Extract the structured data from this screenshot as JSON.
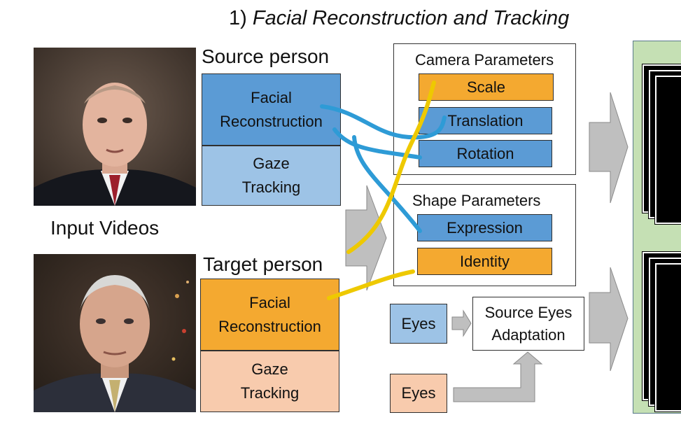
{
  "title": {
    "number": "1)",
    "text": "Facial Reconstruction and Tracking"
  },
  "input_videos_label": "Input Videos",
  "source": {
    "label": "Source person",
    "facial_reconstruction": "Facial Reconstruction",
    "gaze_tracking": "Gaze Tracking"
  },
  "target": {
    "label": "Target person",
    "facial_reconstruction": "Facial Reconstruction",
    "gaze_tracking": "Gaze Tracking"
  },
  "camera_parameters": {
    "title": "Camera Parameters",
    "items": [
      "Scale",
      "Translation",
      "Rotation"
    ]
  },
  "shape_parameters": {
    "title": "Shape Parameters",
    "items": [
      "Expression",
      "Identity"
    ]
  },
  "eyes": {
    "source_eyes": "Eyes",
    "target_eyes": "Eyes",
    "adaptation": "Source Eyes Adaptation"
  },
  "colors": {
    "source_dark": "#5b9bd5",
    "source_light": "#9dc3e6",
    "target_dark": "#f4a930",
    "target_light": "#f8cbad",
    "source_link": "#2e9bd6",
    "target_link": "#eec900",
    "output_panel": "#c5e0b4",
    "arrow_gray": "#bfbfbf"
  }
}
